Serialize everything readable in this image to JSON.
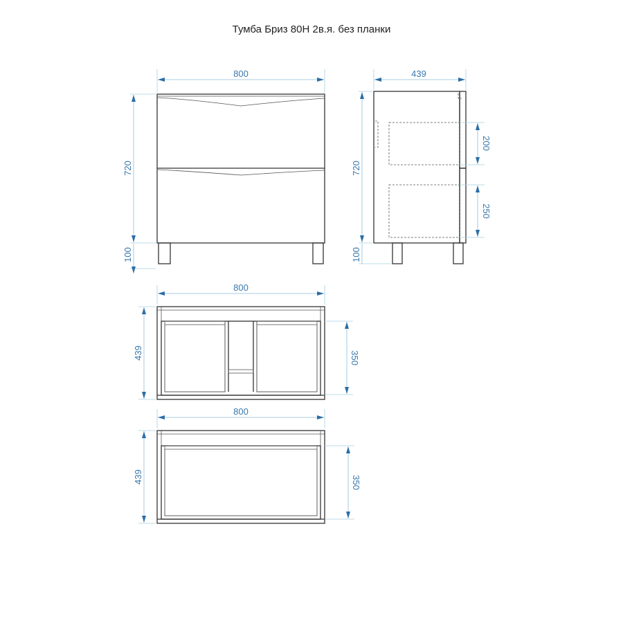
{
  "title": "Тумба Бриз 80Н 2в.я. без планки",
  "front_view": {
    "width": "800",
    "height": "720",
    "legs": "100"
  },
  "side_view": {
    "depth": "439",
    "height": "720",
    "legs": "100",
    "drawer_top": "200",
    "drawer_bottom": "250"
  },
  "top_view_drawer1": {
    "width": "800",
    "depth": "439",
    "inner": "350"
  },
  "top_view_drawer2": {
    "width": "800",
    "depth": "439",
    "inner": "350"
  },
  "colors": {
    "dimension": "#2c6ea6",
    "outline": "#333333"
  }
}
